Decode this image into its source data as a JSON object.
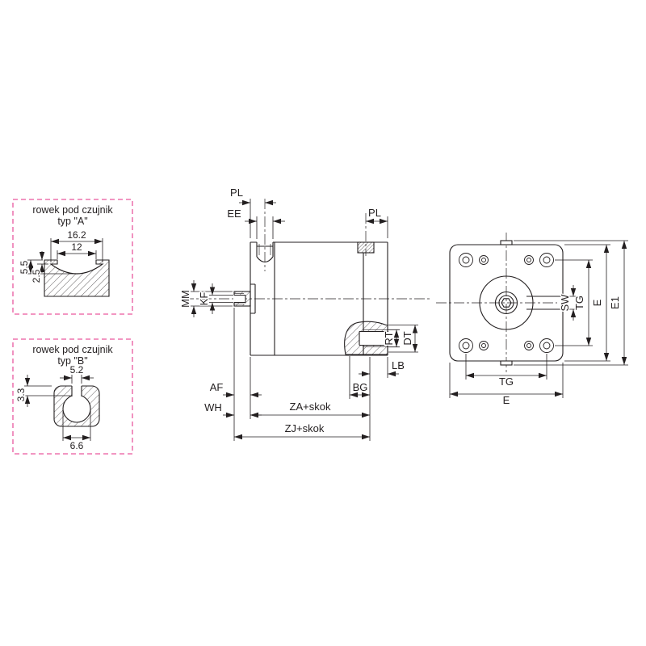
{
  "inset_a": {
    "title_line1": "rowek pod czujnik",
    "title_line2": "typ \"A\"",
    "dims": {
      "outer_width": "16.2",
      "inner_width": "12",
      "depth_total": "5.5",
      "depth_lip": "2.5"
    }
  },
  "inset_b": {
    "title_line1": "rowek pod czujnik",
    "title_line2": "typ \"B\"",
    "dims": {
      "slot_width": "5.2",
      "depth": "3.3",
      "cavity_width": "6.6"
    }
  },
  "side_view": {
    "dims": {
      "pl_left": "PL",
      "ee": "EE",
      "pl_right": "PL",
      "mm": "MM",
      "kf": "KF",
      "rt": "RT",
      "dt": "DT",
      "lb": "LB",
      "bg": "BG",
      "af": "AF",
      "wh": "WH",
      "za_stroke": "ZA+skok",
      "zj_stroke": "ZJ+skok"
    }
  },
  "front_view": {
    "dims": {
      "sw": "SW",
      "tg_side": "TG",
      "e_side": "E",
      "e1_side": "E1",
      "tg_bottom": "TG",
      "e_bottom": "E"
    }
  },
  "colors": {
    "line_color": "#231f20",
    "inset_border_color": "#e9579e"
  }
}
